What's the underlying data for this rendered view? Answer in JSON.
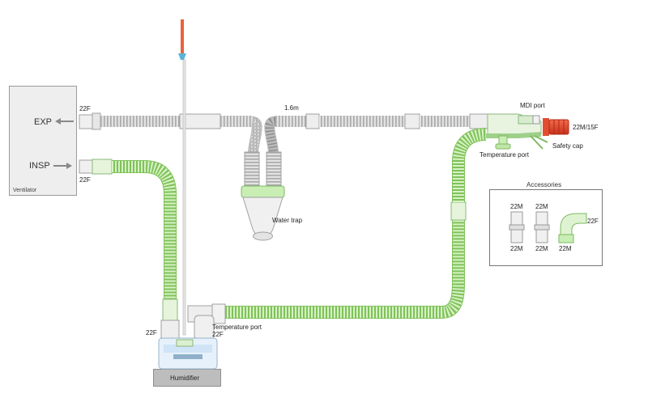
{
  "diagram": {
    "labels": {
      "ventilator": "Ventilator",
      "exp": "EXP",
      "insp": "INSP",
      "exp_port": "22F",
      "insp_port": "22F",
      "length": "1.6m",
      "mdi_port": "MDI port",
      "wye_port": "22M/15F",
      "safety_cap": "Safety cap",
      "temperature_port_top": "Temperature port",
      "water_trap": "Water trap",
      "humidifier": "Humidifier",
      "humidifier_port_left": "22F",
      "temperature_port_bottom": "Temperature port",
      "humidifier_port_right": "22F"
    },
    "accessories": {
      "title": "Accessories",
      "connector1_top": "22M",
      "connector1_bottom": "22M",
      "connector2_top": "22M",
      "connector2_bottom": "22M",
      "elbow_bottom": "22M",
      "elbow_side": "22F"
    },
    "colors": {
      "tube_grey": "#d9d9d9",
      "tube_green": "#a8e08a",
      "safety_cap_red": "#e8442a",
      "probe_orange": "#e8643a",
      "box_grey": "#eeeeee"
    }
  }
}
